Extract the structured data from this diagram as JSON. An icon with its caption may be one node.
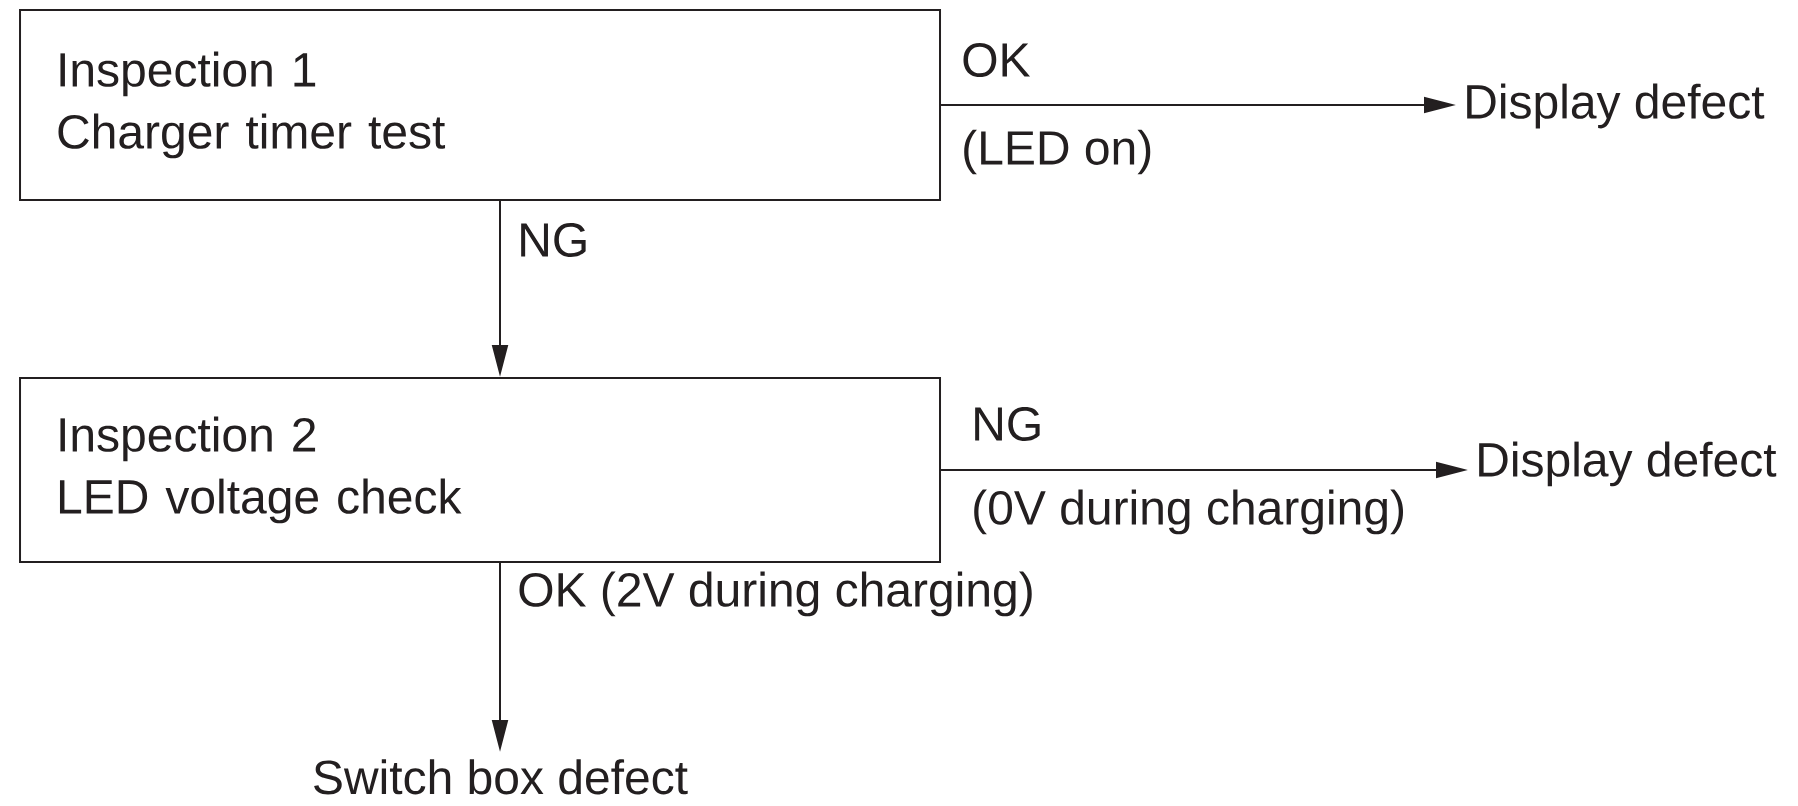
{
  "diagram": {
    "nodes": [
      {
        "text": [
          "Inspection 1",
          "Charger timer test"
        ]
      },
      {
        "text": [
          "Display defect"
        ]
      },
      {
        "text": [
          "Inspection 2",
          "LED voltage check"
        ]
      },
      {
        "text": [
          "Display defect"
        ]
      },
      {
        "text": [
          "Switch box defect"
        ]
      }
    ],
    "edges": [
      {
        "from": 0,
        "to": 1,
        "arrow": "to",
        "label": "OK"
      },
      {
        "from": 0,
        "to": 2,
        "arrow": "to",
        "label": "NG"
      },
      {
        "from": 2,
        "to": 3,
        "arrow": "to",
        "label": "NG"
      },
      {
        "from": 2,
        "to": 4,
        "arrow": "to",
        "label": "OK (2V during charging)"
      }
    ],
    "labels": [
      "(LED on)",
      "(0V during charging)"
    ]
  }
}
